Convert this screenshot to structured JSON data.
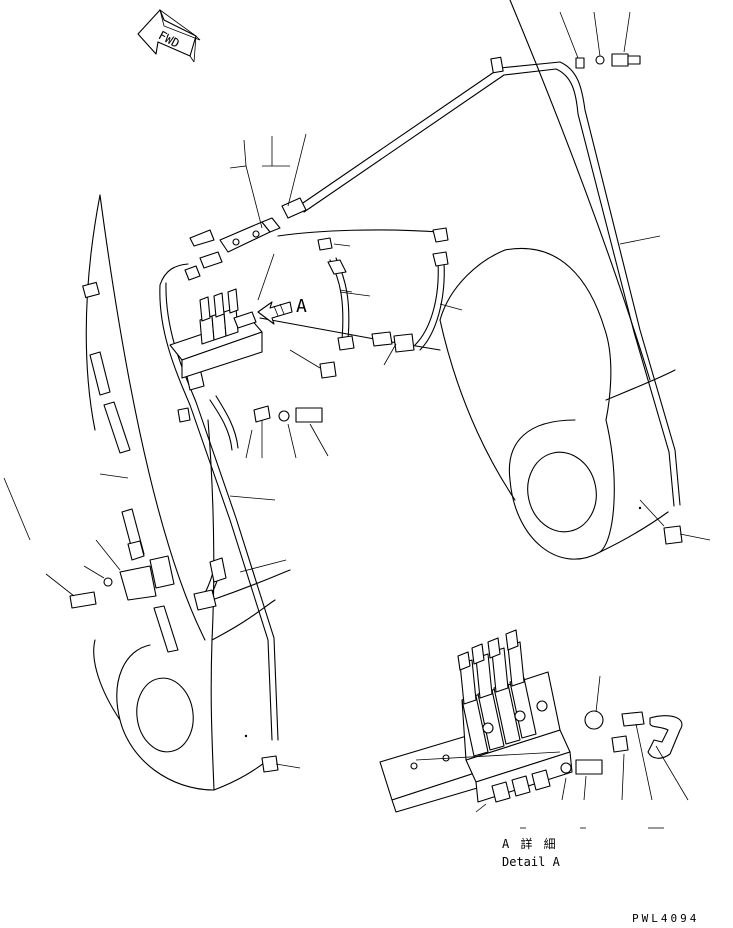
{
  "diagram": {
    "fwd_label": "FWD",
    "view_marker": "A",
    "detail_title_jp": "A 詳 細",
    "detail_title_en": "Detail A",
    "drawing_number": "PWL4094"
  },
  "colors": {
    "line": "#000000",
    "background": "#ffffff"
  },
  "icons": [
    "fwd-arrow-icon",
    "view-direction-arrow-icon"
  ]
}
